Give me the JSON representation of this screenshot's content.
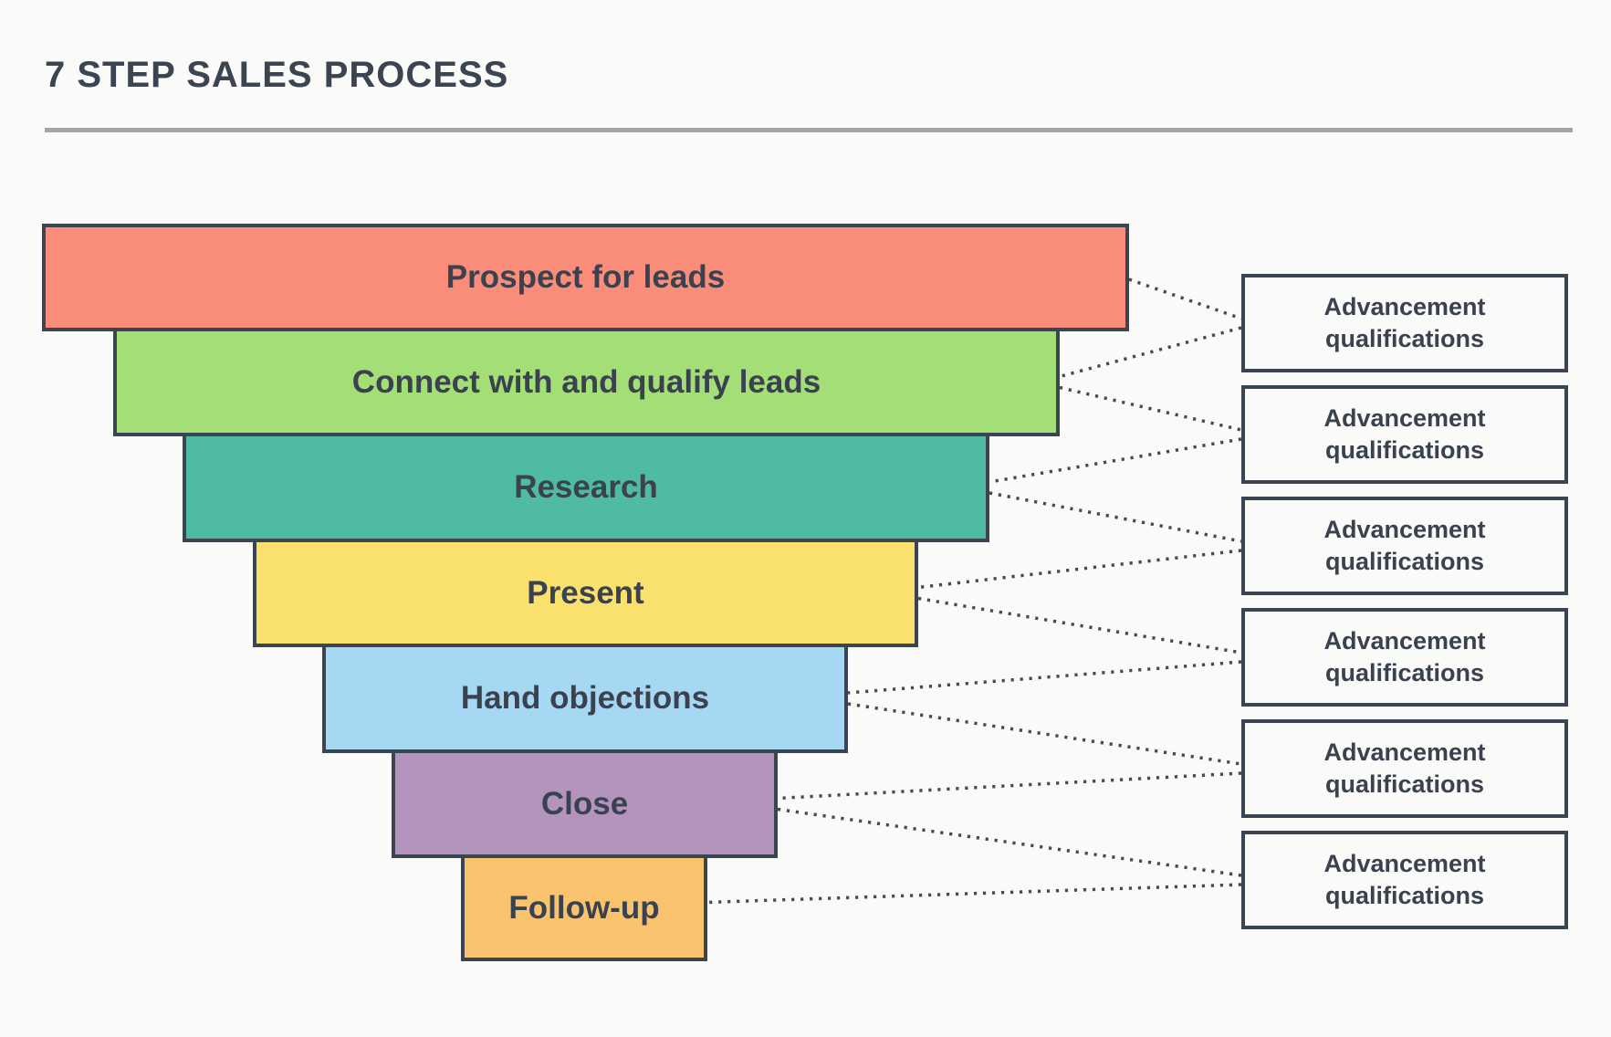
{
  "page": {
    "background_color": "#FAFAF8"
  },
  "header": {
    "title": "7 STEP SALES PROCESS",
    "title_color": "#3B4552",
    "divider_color": "#A5A5A5"
  },
  "funnel": {
    "border_color": "#3B4552",
    "label_color": "#3A4250",
    "steps": [
      {
        "label": "Prospect for leads",
        "color": "#F98D79"
      },
      {
        "label": "Connect with and qualify leads",
        "color": "#A4DE77"
      },
      {
        "label": "Research",
        "color": "#4FBBA3"
      },
      {
        "label": "Present",
        "color": "#FAE16E"
      },
      {
        "label": "Hand objections",
        "color": "#A6D8F3"
      },
      {
        "label": "Close",
        "color": "#B294BC"
      },
      {
        "label": "Follow-up",
        "color": "#F9C36E"
      }
    ]
  },
  "qualifications": {
    "box_border_color": "#3B4552",
    "box_fill_color": "#FAFAF8",
    "text_color": "#3A4250",
    "items": [
      {
        "label_line1": "Advancement",
        "label_line2": "qualifications",
        "between_steps": [
          1,
          2
        ]
      },
      {
        "label_line1": "Advancement",
        "label_line2": "qualifications",
        "between_steps": [
          2,
          3
        ]
      },
      {
        "label_line1": "Advancement",
        "label_line2": "qualifications",
        "between_steps": [
          3,
          4
        ]
      },
      {
        "label_line1": "Advancement",
        "label_line2": "qualifications",
        "between_steps": [
          4,
          5
        ]
      },
      {
        "label_line1": "Advancement",
        "label_line2": "qualifications",
        "between_steps": [
          5,
          6
        ]
      },
      {
        "label_line1": "Advancement",
        "label_line2": "qualifications",
        "between_steps": [
          6,
          7
        ]
      }
    ]
  },
  "connectors": {
    "color": "#454B55",
    "style": "dotted"
  }
}
